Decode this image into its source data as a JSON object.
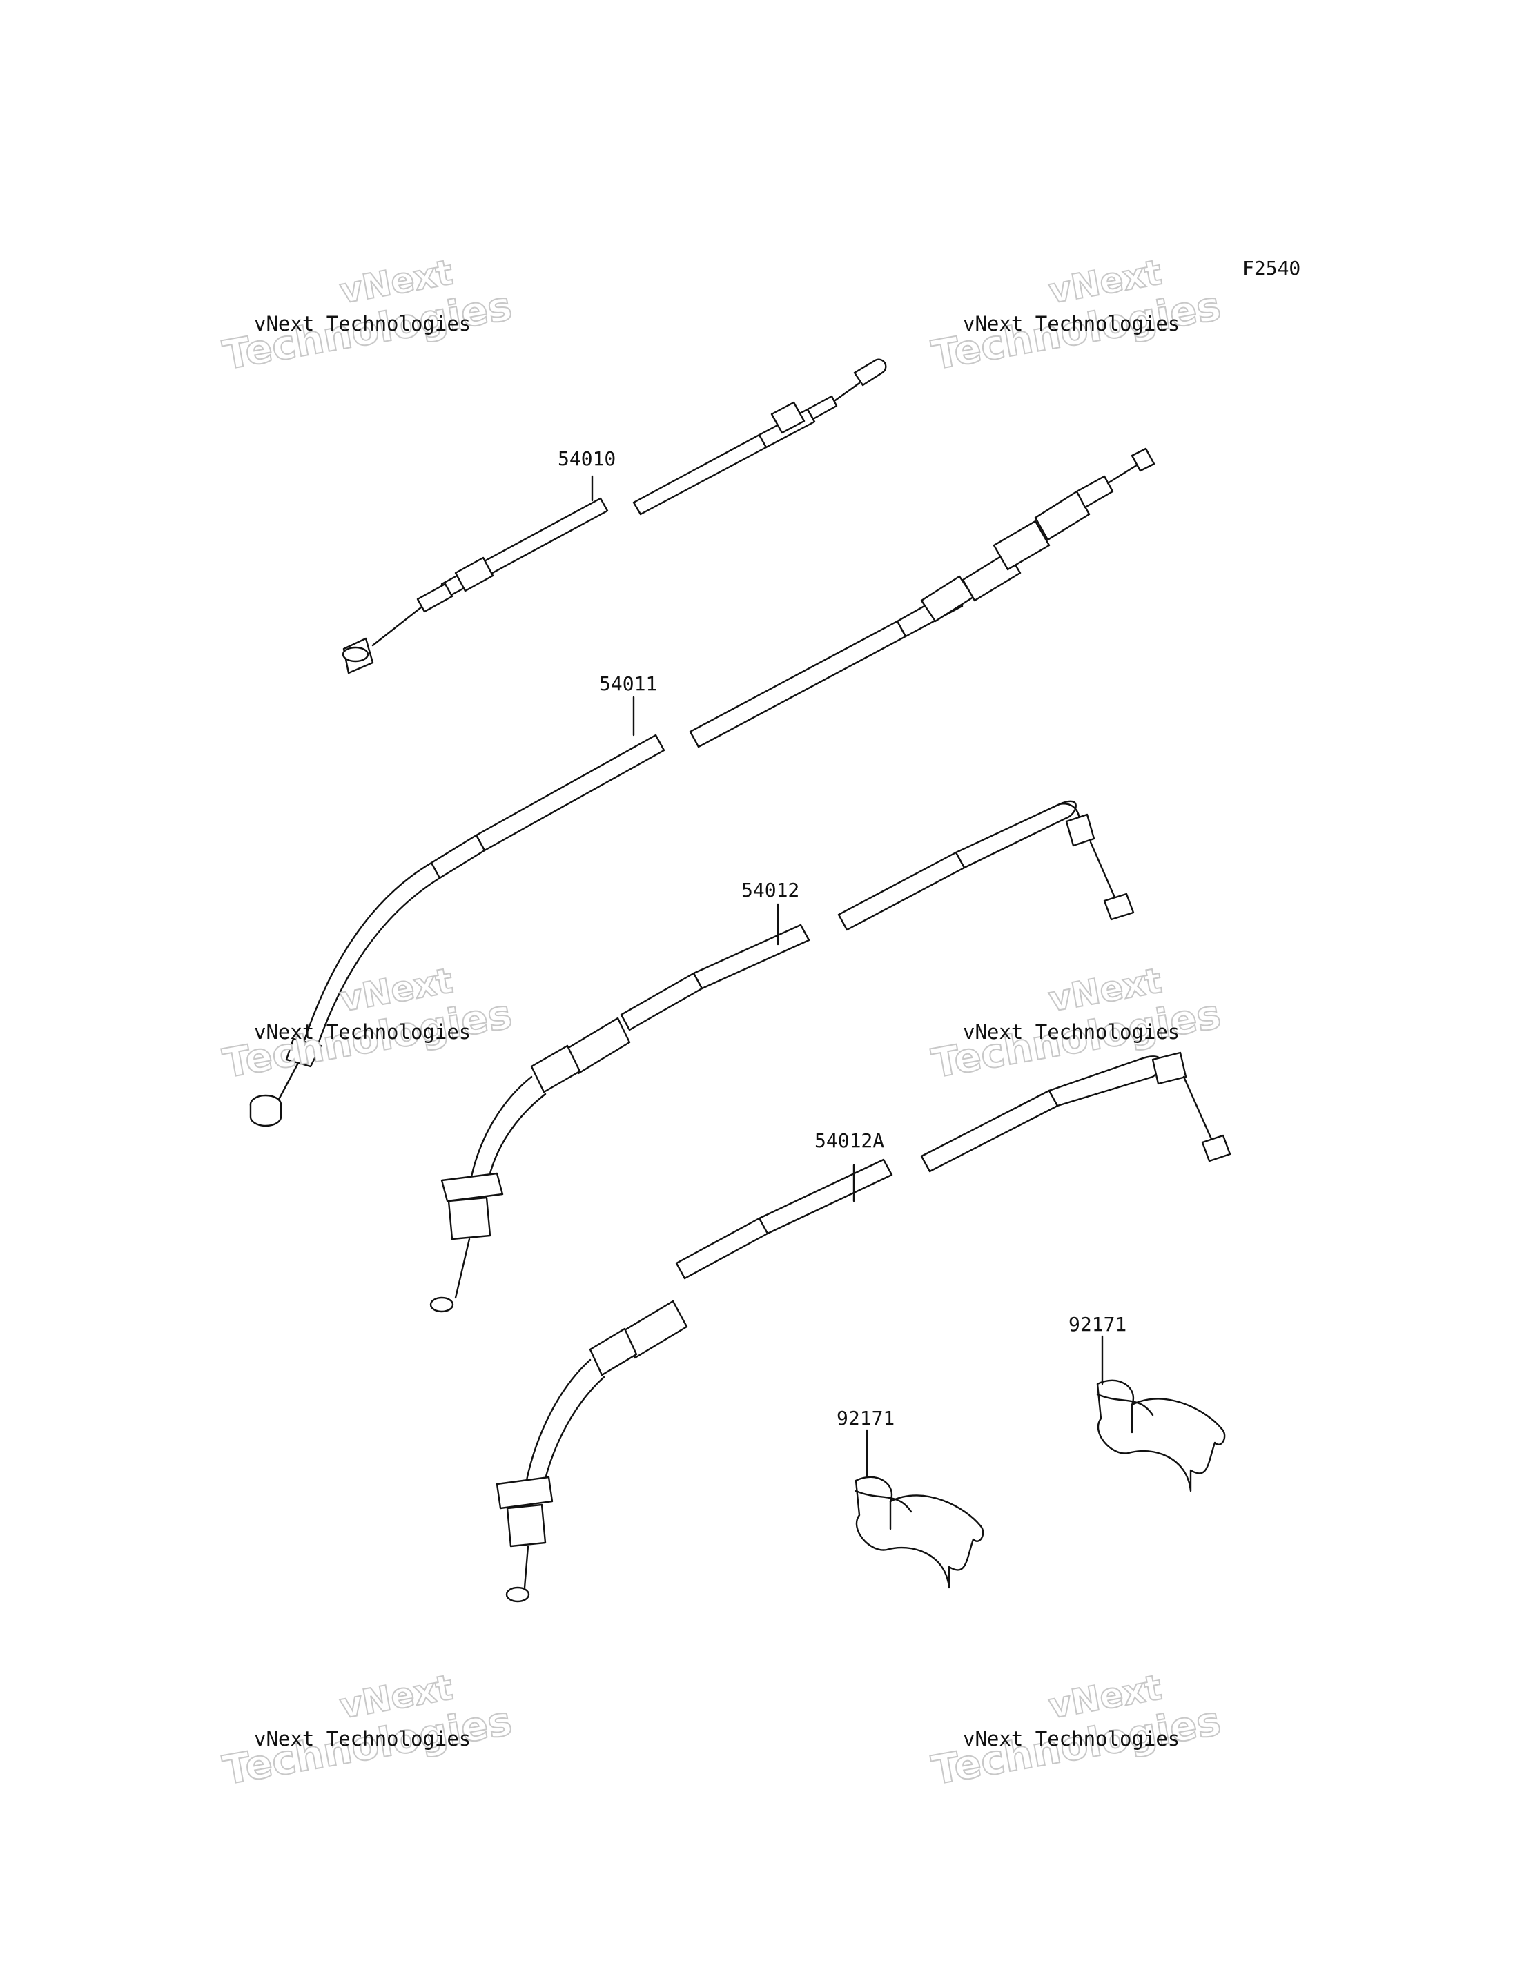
{
  "diagram": {
    "code": "F2540",
    "parts": [
      {
        "number": "54010"
      },
      {
        "number": "54011"
      },
      {
        "number": "54012"
      },
      {
        "number": "54012A"
      },
      {
        "number": "92171"
      },
      {
        "number": "92171"
      }
    ]
  },
  "watermark": {
    "company_line": "vNext Technologies",
    "outline_line1": "vNext",
    "outline_line2": "Technologies"
  }
}
